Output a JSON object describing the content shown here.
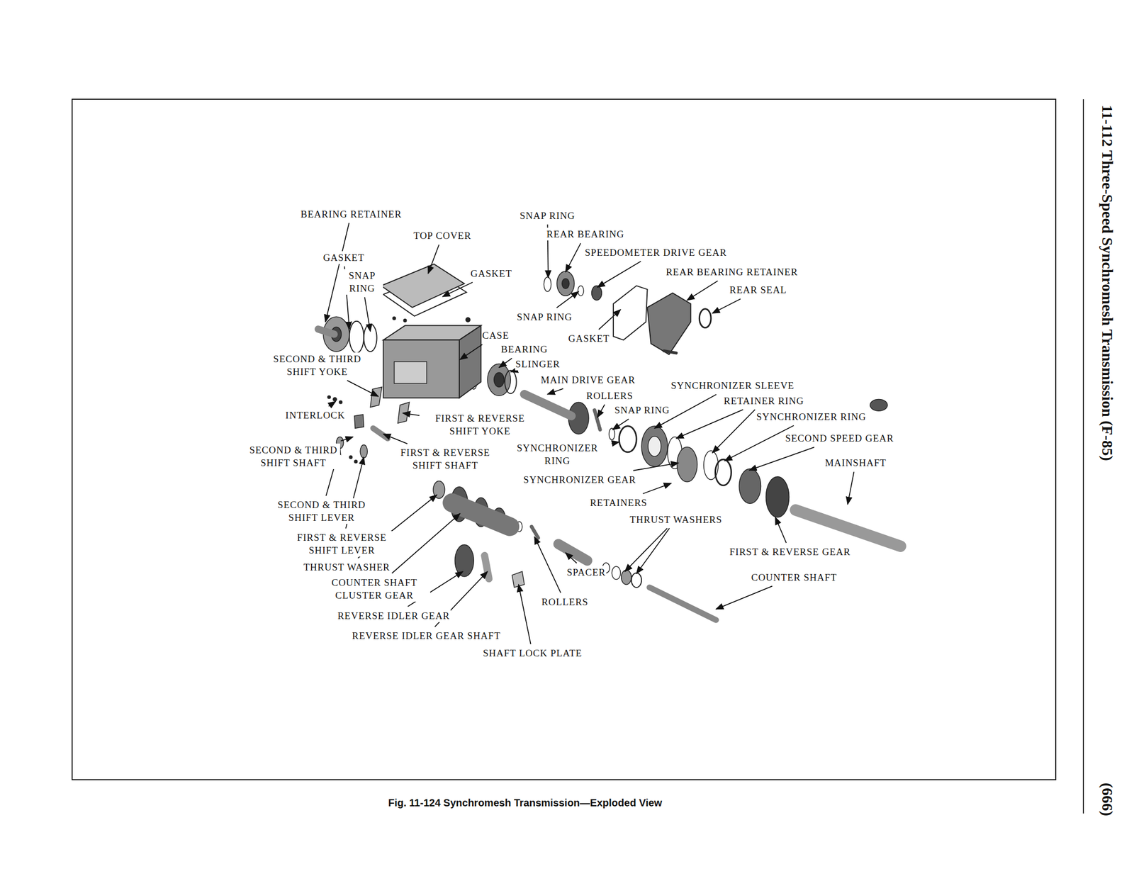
{
  "diagram": {
    "caption": "Fig. 11-124 Synchromesh Transmission—Exploded View",
    "labels": [
      "BEARING RETAINER",
      "TOP COVER",
      "GASKET",
      "SNAP RING",
      "GASKET",
      "SNAP RING",
      "REAR BEARING",
      "SPEEDOMETER DRIVE GEAR",
      "REAR BEARING RETAINER",
      "REAR SEAL",
      "SNAP RING",
      "GASKET",
      "CASE",
      "BEARING",
      "SLINGER",
      "SECOND & THIRD SHIFT YOKE",
      "MAIN DRIVE GEAR",
      "ROLLERS",
      "SNAP RING",
      "SYNCHRONIZER SLEEVE",
      "RETAINER RING",
      "SYNCHRONIZER RING",
      "INTERLOCK",
      "FIRST & REVERSE SHIFT YOKE",
      "SECOND SPEED GEAR",
      "SYNCHRONIZER RING",
      "SECOND & THIRD SHIFT SHAFT",
      "FIRST & REVERSE SHIFT SHAFT",
      "MAINSHAFT",
      "SYNCHRONIZER GEAR",
      "RETAINERS",
      "THRUST WASHERS",
      "SECOND & THIRD SHIFT LEVER",
      "FIRST & REVERSE SHIFT LEVER",
      "THRUST WASHER",
      "FIRST & REVERSE GEAR",
      "COUNTER SHAFT",
      "SPACER",
      "COUNTER SHAFT CLUSTER GEAR",
      "ROLLERS",
      "REVERSE IDLER GEAR",
      "REVERSE IDLER GEAR SHAFT",
      "SHAFT LOCK PLATE",
      "11-112 Three-Speed Synchromesh Transmission (F-85)",
      "(666)"
    ]
  }
}
